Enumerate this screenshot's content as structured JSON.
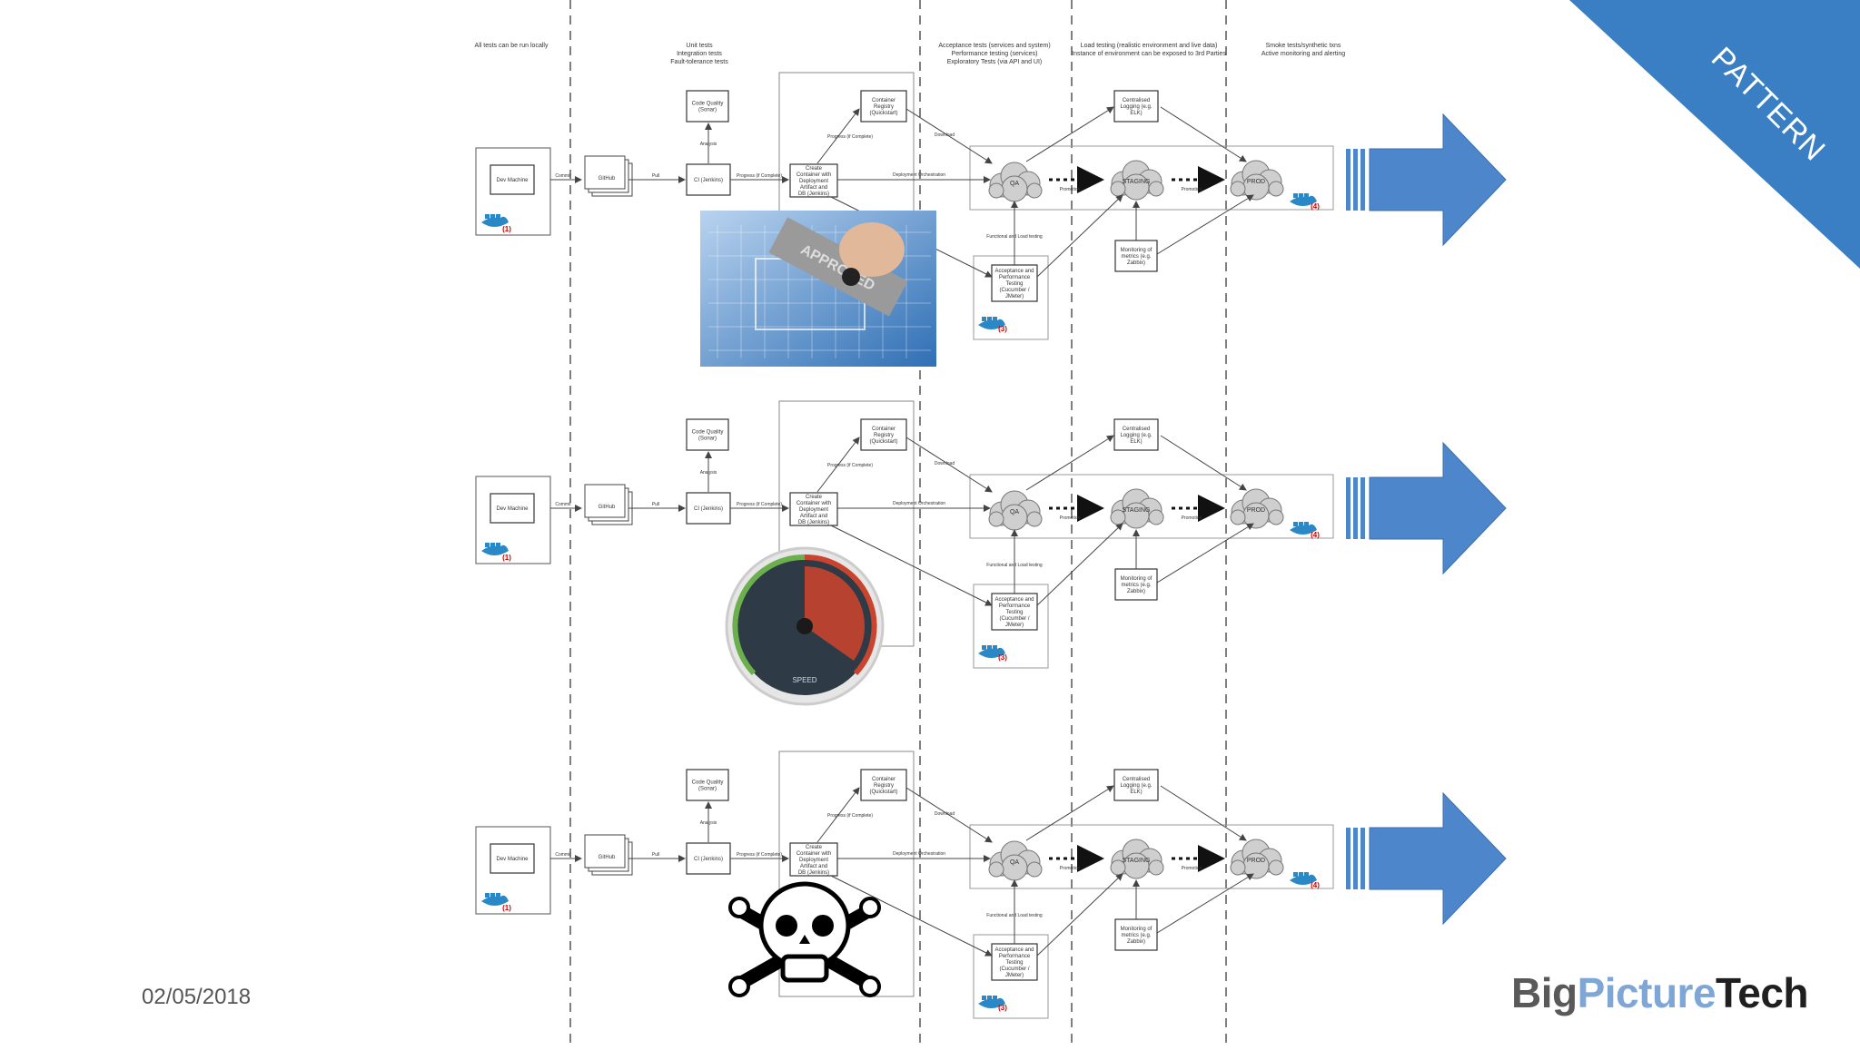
{
  "slide": {
    "date": "02/05/2018",
    "corner_ribbon": "PATTERN",
    "brand": {
      "part1": "Big",
      "part2": "Picture",
      "part3": "Tech"
    }
  },
  "colors": {
    "ribbon": "#3a7fc4",
    "arrow": "#4d86cb",
    "brand_grey": "#595959",
    "brand_blue": "#7ea6d6",
    "gauge_green": "#6bb04c",
    "gauge_red": "#c8442e"
  },
  "pipeline": {
    "lane_headers": [
      "All tests can be run locally",
      "Unit tests / Integration tests / Fault-tolerance tests",
      "Acceptance tests (services and system) / Performance testing (services) / Exploratory Tests (via API and UI)",
      "Load testing (realistic environment and live data) / Instance of environment can be exposed to 3rd Parties",
      "Smoke tests/synthetic txns / Active monitoring and alerting"
    ],
    "nodes": {
      "dev": "Dev Machine",
      "repo": "GitHub",
      "ci": "CI (Jenkins)",
      "quality": "Code Quality (Sonar)",
      "build": "Create Container with Deployment Artifact and DB (Jenkins)",
      "registry": "Container Registry (Quickstart)",
      "qa": "QA",
      "staging": "STAGING",
      "prod": "PROD",
      "acceptance": "Acceptance and Performance Testing (Cucumber / JMeter)",
      "logging": "Centralised Logging (e.g. ELK)",
      "monitoring": "Monitoring of metrics (e.g. Zabbix)"
    },
    "edges": {
      "commit": "Commit",
      "pull": "Pull",
      "analysis": "Analysis",
      "progress": "Progress (if Complete)",
      "download": "Download",
      "deployment": "Deployment Orchestration",
      "functional": "Functional and Load testing",
      "promotion": "Promotion"
    },
    "markers": [
      "(1)",
      "(3)",
      "(4)"
    ]
  },
  "overlays": {
    "stamp_text": "APPROVED",
    "gauge_text": "SPEED"
  }
}
